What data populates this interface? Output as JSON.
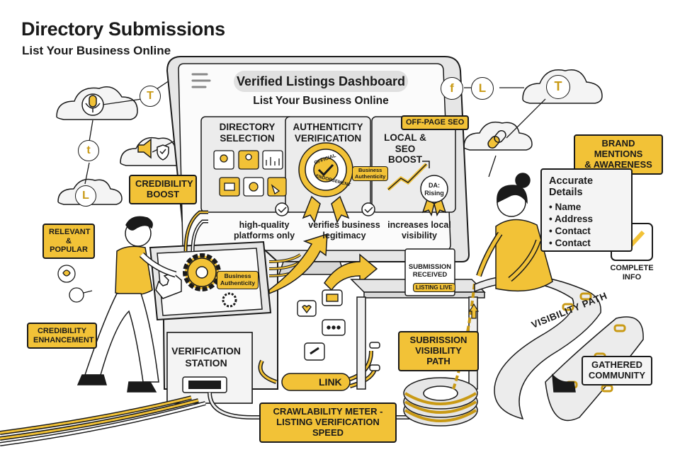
{
  "header": {
    "title": "Directory Submissions",
    "subtitle": "List Your Business Online"
  },
  "dashboard": {
    "title": "Verified Listings Dashboard",
    "subtitle": "List Your Business Online",
    "off_page_tag": "OFF-PAGE SEO",
    "columns": [
      {
        "heading": "DIRECTORY\nSELECTION",
        "caption": "high-quality\nplatforms only"
      },
      {
        "heading": "AUTHENTICITY\nVERIFICATION",
        "caption": "verifies business\nlegitimacy",
        "seal_top": "OFFICIAL",
        "seal_bottom": "ENDORSEMENT",
        "seal_tag": "Business\nAuthenticity"
      },
      {
        "heading": "LOCAL &\nSEO BOOST",
        "caption": "increases local\nvisibility",
        "medal": "DA:\nRising"
      }
    ]
  },
  "callouts": {
    "credibility_boost": "CREDIBILITY\nBOOST",
    "relevant_popular": "RELEVANT\n& POPULAR",
    "credibility_enhancement": "CREDIBILITY\nENHANCEMENT",
    "brand_mentions": "BRAND MENTIONS\n& AWARENESS",
    "submission_visibility": "SUBRISSION\nVISIBILITY PATH",
    "crawlability": "CRAWLABILITY METER -\nLISTING VERIFICATION SPEED",
    "gathered_community": "GATHERED\nCOMMUNITY"
  },
  "details_box": {
    "title": "Accurate Details",
    "items": [
      "Name",
      "Address",
      "Contact",
      "Contact"
    ]
  },
  "complete_info": "COMPLETE\nINFO",
  "station": {
    "label": "VERIFICATION\nSTATION",
    "gear_tag": "Business\nAuthenticity"
  },
  "submission": {
    "received": "SUBMISSION\nRECEIVED",
    "listing_live": "LISTING LIVE"
  },
  "link_label": "LINK",
  "ribbon_label": "VISIBILITY PATH",
  "icons": {
    "social_letters": [
      "T",
      "t",
      "L",
      "f",
      "L",
      "T"
    ]
  },
  "colors": {
    "accent": "#f2c237",
    "ink": "#1a1a1a",
    "panel": "#f4f4f4"
  }
}
